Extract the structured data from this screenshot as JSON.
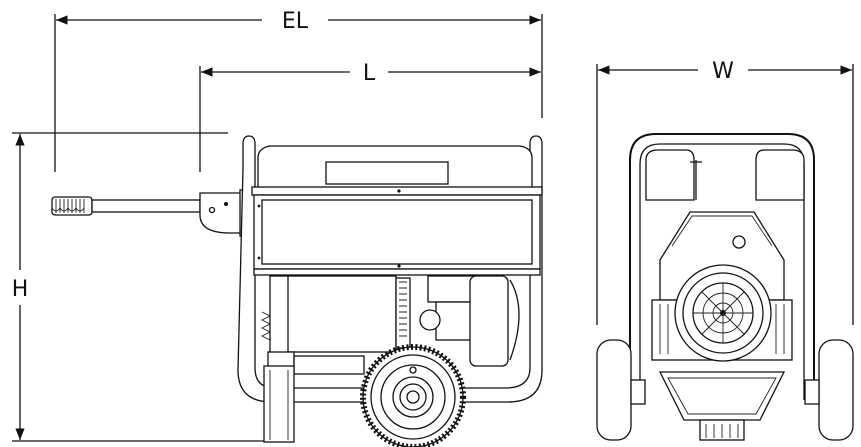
{
  "dimensions": {
    "el_label": "EL",
    "l_label": "L",
    "w_label": "W",
    "h_label": "H"
  },
  "views": [
    {
      "name": "side-view"
    },
    {
      "name": "rear-view"
    }
  ]
}
